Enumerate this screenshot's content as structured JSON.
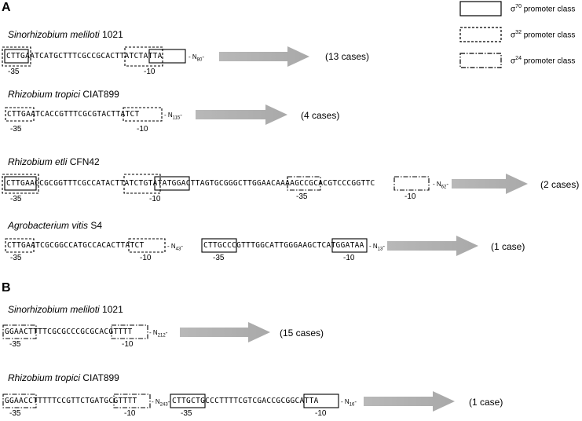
{
  "panel_a": "A",
  "panel_b": "B",
  "legend": {
    "s70": "σ70 promoter class",
    "s32": "σ32 promoter class",
    "s24": "σ24 promoter class",
    "sym": "σ",
    "s70_sup": "70",
    "s32_sup": "32",
    "s24_sup": "24",
    "suffix": " promoter class"
  },
  "rows": {
    "a1": {
      "genus": "Sinorhizobium meliloti",
      "strain": " 1021",
      "seq": "CTTGAATCATGCTTTCGCCGCACTTATCTATTA",
      "n": "- N",
      "nsub": "80",
      "nend": "-",
      "cases": "(13 cases)",
      "m35": "-35",
      "m10": "-10"
    },
    "a2": {
      "genus": "Rhizobium tropici",
      "strain": " CIAT899",
      "seq": "CTTGAATCACCGTTTCGCGTACTTATCT",
      "n": "- N",
      "nsub": "115",
      "nend": "-",
      "cases": "(4 cases)",
      "m35": "-35",
      "m10": "-10"
    },
    "a3": {
      "genus": "Rhizobium etli",
      "strain": " CFN42",
      "seq": "CTTGAACCGCGGTTTCGCCATACTTATCTGTATATGGACTTAGTGCGGGCTTGGAACAAAAGCCGCACGTCCCGGTTC",
      "n": "- N",
      "nsub": "62",
      "nend": "-",
      "cases": "(2 cases)",
      "m35": "-35",
      "m10": "-10",
      "m35b": "-35",
      "m10b": "-10"
    },
    "a4": {
      "genus": "Agrobacterium vitis",
      "strain": " S4",
      "seq1": "CTTGAATCGCGGCCATGCCACACTTATCT",
      "n1": "- N",
      "n1sub": "43",
      "n1end": "-",
      "seq2": "CTTGCCCGTTTGGCATTGGGAAGCTCATGGATAA",
      "n2": "- N",
      "n2sub": "13",
      "n2end": "-",
      "cases": "(1 case)",
      "m35": "-35",
      "m10": "-10",
      "m35b": "-35",
      "m10b": "-10"
    },
    "b1": {
      "genus": "Sinorhizobium meliloti",
      "strain": " 1021",
      "seq": "GGAACTTTTCGCGCCCGCGCACGTTTT",
      "n": "- N",
      "nsub": "212",
      "nend": "-",
      "cases": "(15 cases)",
      "m35": "-35",
      "m10": "-10"
    },
    "b2": {
      "genus": "Rhizobium tropici",
      "strain": " CIAT899",
      "seq1": "GGAACCTTTTTCCGTTCTGATGCGTTTT",
      "n1": "- N",
      "n1sub": "243",
      "n1end": "-",
      "seq2": "CTTGCTGCCCTTTTCGTCGACCGCGGCATTA",
      "n2": "- N",
      "n2sub": "16",
      "n2end": "-",
      "cases": "(1 case)",
      "m35": "-35",
      "m10": "-10",
      "m35b": "-35",
      "m10b": "-10"
    }
  }
}
